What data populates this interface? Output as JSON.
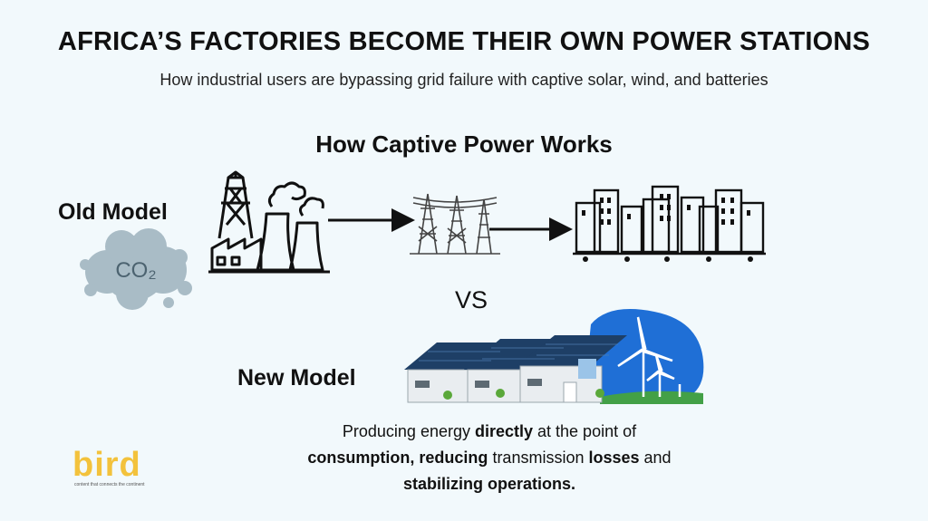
{
  "header": {
    "title": "AFRICA’S FACTORIES BECOME THEIR OWN POWER STATIONS",
    "subtitle": "How industrial users are bypassing grid failure with captive solar, wind, and batteries"
  },
  "section": {
    "heading": "How Captive Power Works"
  },
  "old_model": {
    "label": "Old Model",
    "co2_text": "CO₂"
  },
  "comparison": {
    "vs": "VS"
  },
  "new_model": {
    "label": "New Model"
  },
  "description": {
    "p1": "Producing energy ",
    "b1": "directly",
    "p2": " at the point of ",
    "b2": "consumption, reducing",
    "p3": " transmission ",
    "b3": "losses",
    "p4": " and ",
    "b4": "stabilizing operations."
  },
  "brand": {
    "name": "bird",
    "tagline": "content that connects the continent",
    "color": "#f3c23c"
  }
}
